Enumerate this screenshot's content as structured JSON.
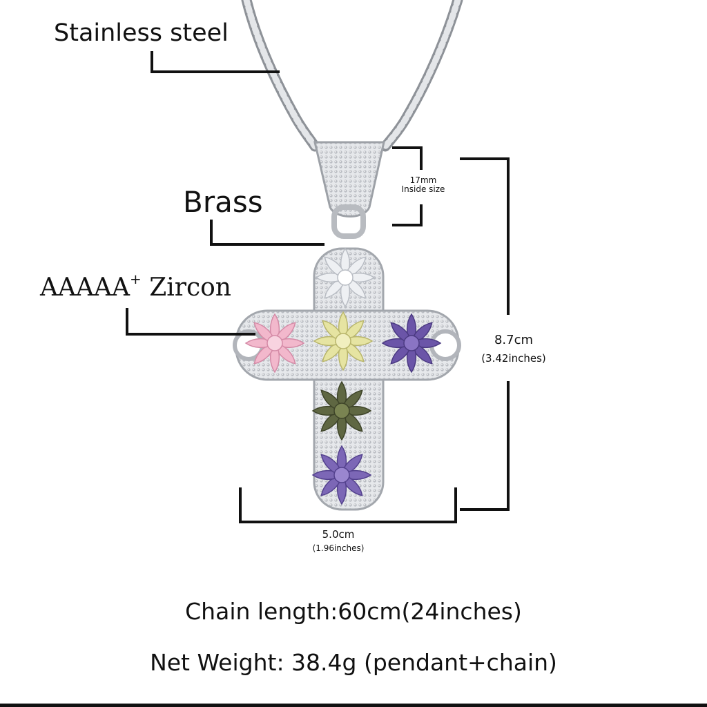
{
  "labels": {
    "material_chain": "Stainless steel",
    "material_pendant": "Brass",
    "stone_prefix": "AAAAA",
    "stone_sup": "+",
    "stone_suffix": " Zircon"
  },
  "dimensions": {
    "bail_size": "17mm",
    "bail_note": "Inside size",
    "height_cm": "8.7cm",
    "height_in": "(3.42inches)",
    "width_cm": "5.0cm",
    "width_in": "(1.96inches)"
  },
  "specs": {
    "chain_length": "Chain length:60cm(24inches)",
    "net_weight": "Net Weight: 38.4g (pendant+chain)"
  },
  "colors": {
    "background": "#ffffff",
    "line": "#111111",
    "silver": "#c9ccd1",
    "stone_top": "#eef0f3",
    "stone_left": "#f2b8cc",
    "stone_center": "#e6e4a2",
    "stone_right": "#6b55a8",
    "stone_lower": "#5f6742",
    "stone_bottom": "#7c67b6"
  }
}
